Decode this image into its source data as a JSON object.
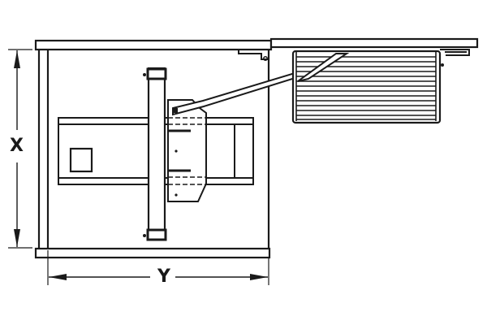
{
  "diagram": {
    "type": "technical top-view drawing",
    "subject": "corner cabinet pull-out with swing-out wire basket",
    "stroke_color": "#1a1a1a",
    "background_color": "#ffffff",
    "dimensions": {
      "height_label": "X",
      "width_label": "Y"
    },
    "components": [
      "cabinet carcass",
      "worktop / countertop",
      "adjacent countertop",
      "inner pull-out frame",
      "vertical column",
      "mounting plate",
      "swing arm",
      "wire basket",
      "hinge bracket",
      "runner"
    ]
  }
}
